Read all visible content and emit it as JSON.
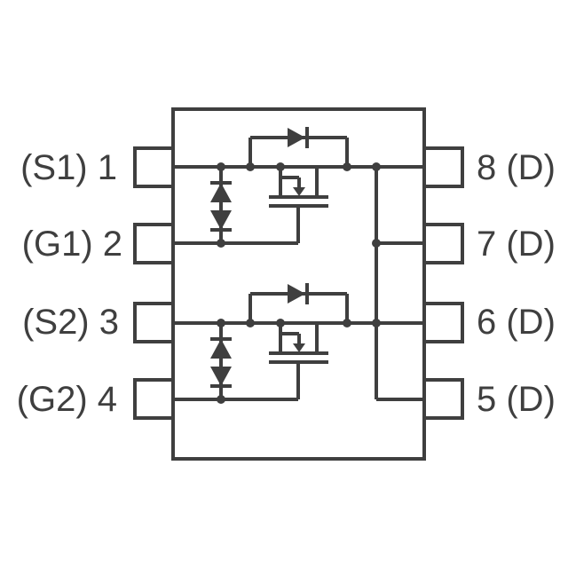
{
  "diagram": {
    "line_color": "#3f3f3f",
    "pins_left": [
      {
        "number": "1",
        "label": "(S1) 1"
      },
      {
        "number": "2",
        "label": "(G1) 2"
      },
      {
        "number": "3",
        "label": "(S2) 3"
      },
      {
        "number": "4",
        "label": "(G2) 4"
      }
    ],
    "pins_right": [
      {
        "number": "8",
        "label": "8 (D)"
      },
      {
        "number": "7",
        "label": "7 (D)"
      },
      {
        "number": "6",
        "label": "6 (D)"
      },
      {
        "number": "5",
        "label": "5 (D)"
      }
    ]
  }
}
